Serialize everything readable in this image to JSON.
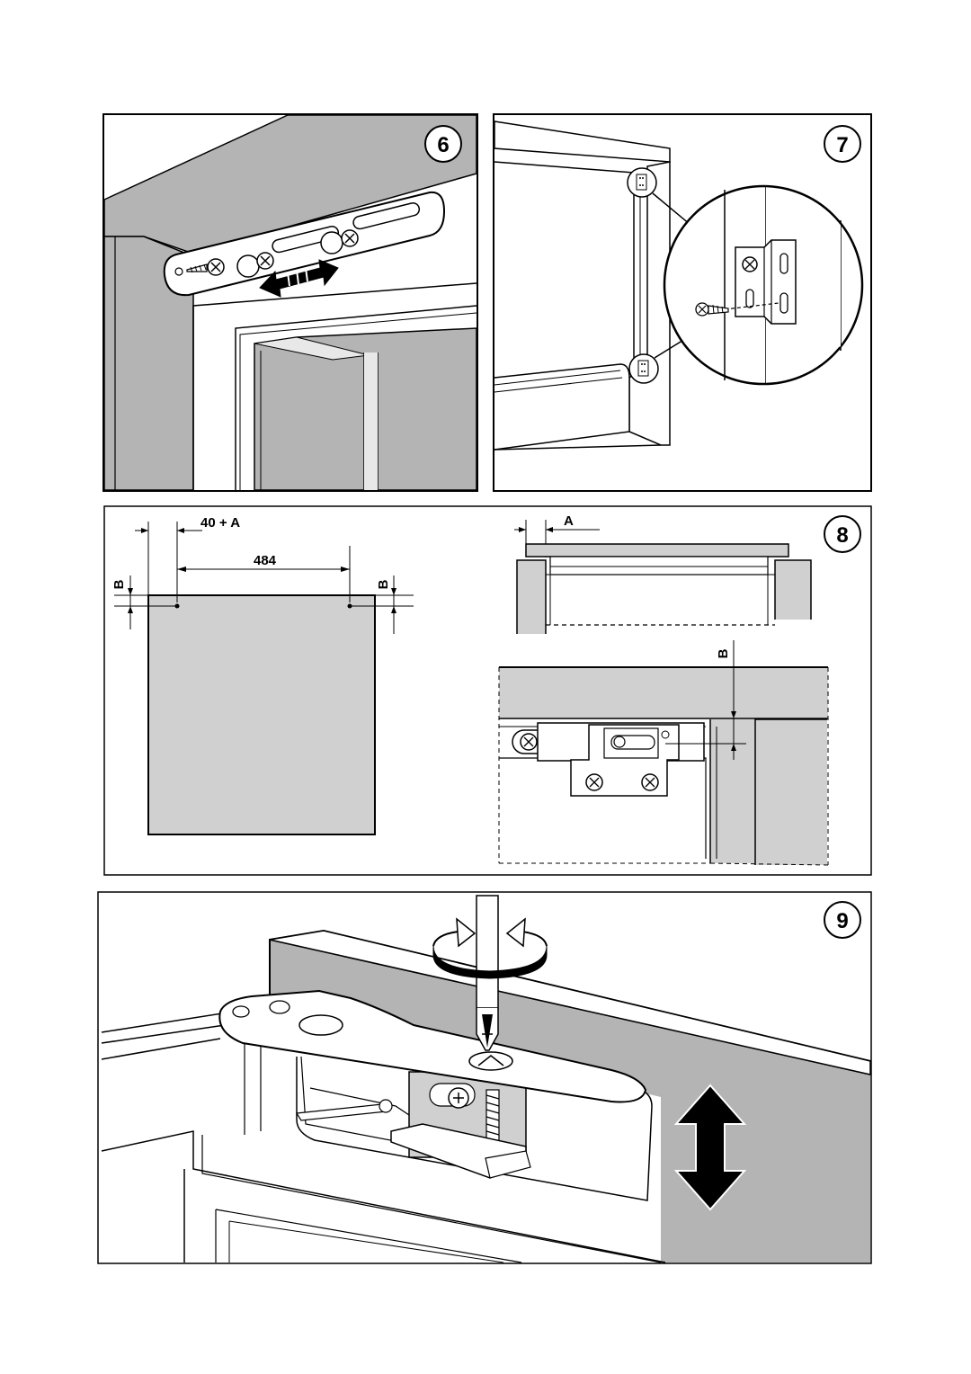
{
  "steps": {
    "step6": "6",
    "step7": "7",
    "step8": "8",
    "step9": "9"
  },
  "dimensions": {
    "offset_label": "40 + A",
    "width_label": "484",
    "b_label": "B",
    "a_label": "A"
  },
  "colors": {
    "line": "#000000",
    "panel_grey": "#b4b4b4",
    "light_grey": "#d0d0d0",
    "background": "#ffffff"
  }
}
